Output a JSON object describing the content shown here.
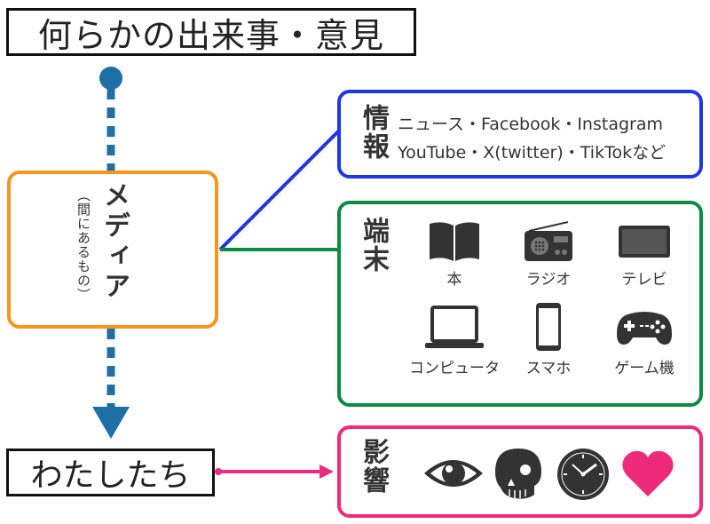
{
  "title": "何らかの出来事・意見",
  "us": "わたしたち",
  "media": {
    "label": "メディア",
    "sub": "（間にあるもの）"
  },
  "info": {
    "label": "情報",
    "lines": [
      "ニュース・Facebook・Instagram",
      "YouTube・X(twitter)・TikTokなど"
    ]
  },
  "devices": {
    "label": "端末",
    "items": [
      {
        "label": "本",
        "icon": "book-icon"
      },
      {
        "label": "ラジオ",
        "icon": "radio-icon"
      },
      {
        "label": "テレビ",
        "icon": "tv-icon"
      },
      {
        "label": "コンピュータ",
        "icon": "laptop-icon"
      },
      {
        "label": "スマホ",
        "icon": "smartphone-icon"
      },
      {
        "label": "ゲーム機",
        "icon": "gamepad-icon"
      }
    ]
  },
  "effects": {
    "label": "影響",
    "icons": [
      "eye-icon",
      "skull-icon",
      "clock-icon",
      "heart-icon"
    ]
  },
  "colors": {
    "media": "#f7941d",
    "info": "#1f36e6",
    "devices": "#0b8a43",
    "effects": "#ee2a7b",
    "flow": "#1e6fa6"
  }
}
